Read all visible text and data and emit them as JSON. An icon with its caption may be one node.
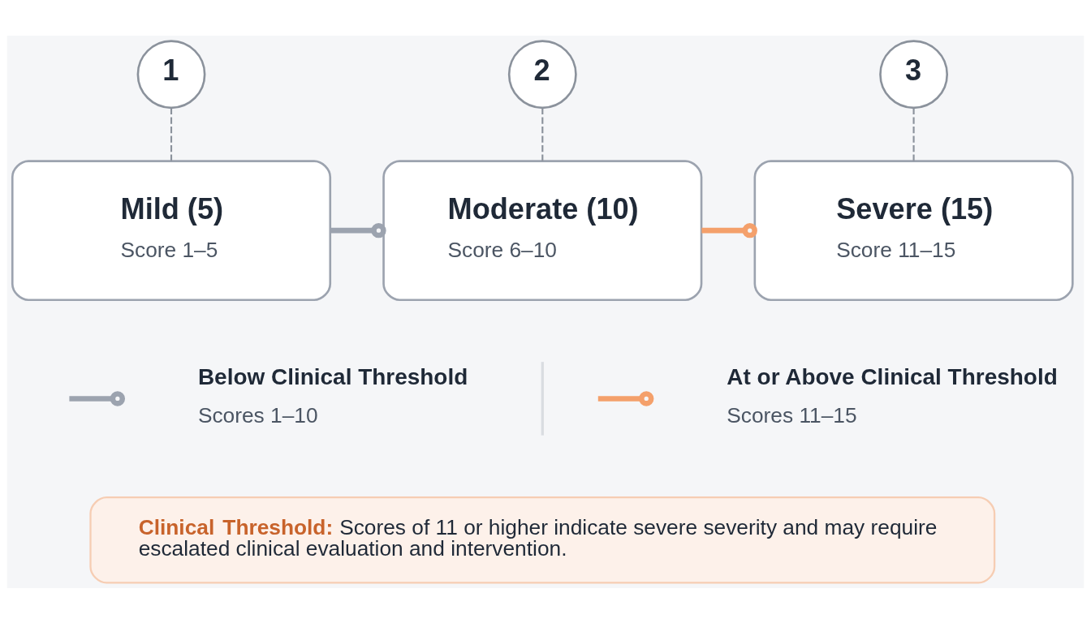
{
  "diagram": {
    "nodes": [
      {
        "text": [
          "1"
        ]
      },
      {
        "text": [
          "2"
        ]
      },
      {
        "text": [
          "3"
        ]
      },
      {
        "text": [
          "Mild (5)",
          "Score 1–5"
        ]
      },
      {
        "text": [
          "Moderate (10)",
          "Score 6–10"
        ]
      },
      {
        "text": [
          "Severe (15)",
          "Score 11–15"
        ]
      },
      {
        "text": [
          "**Clinical Threshold:** Scores of 11 or higher indicate severe severity and may require escalated clinical evaluation and intervention."
        ]
      }
    ],
    "edges": [
      {
        "from": 0,
        "to": 3,
        "arrow": "none",
        "style": "dashed"
      },
      {
        "from": 1,
        "to": 4,
        "arrow": "none",
        "style": "dashed"
      },
      {
        "from": 2,
        "to": 5,
        "arrow": "none",
        "style": "dashed"
      },
      {
        "from": 3,
        "to": 4,
        "arrow": "other",
        "style": "thick"
      },
      {
        "from": 4,
        "to": 5,
        "arrow": "other",
        "style": "thick",
        "color": "#f4a06b"
      }
    ],
    "labels": [
      "Scores 1–10",
      "Scores 11–15"
    ],
    "legend": [
      {
        "text": "Below Clinical Threshold"
      },
      {
        "text": "At or Above Clinical Threshold"
      }
    ]
  }
}
